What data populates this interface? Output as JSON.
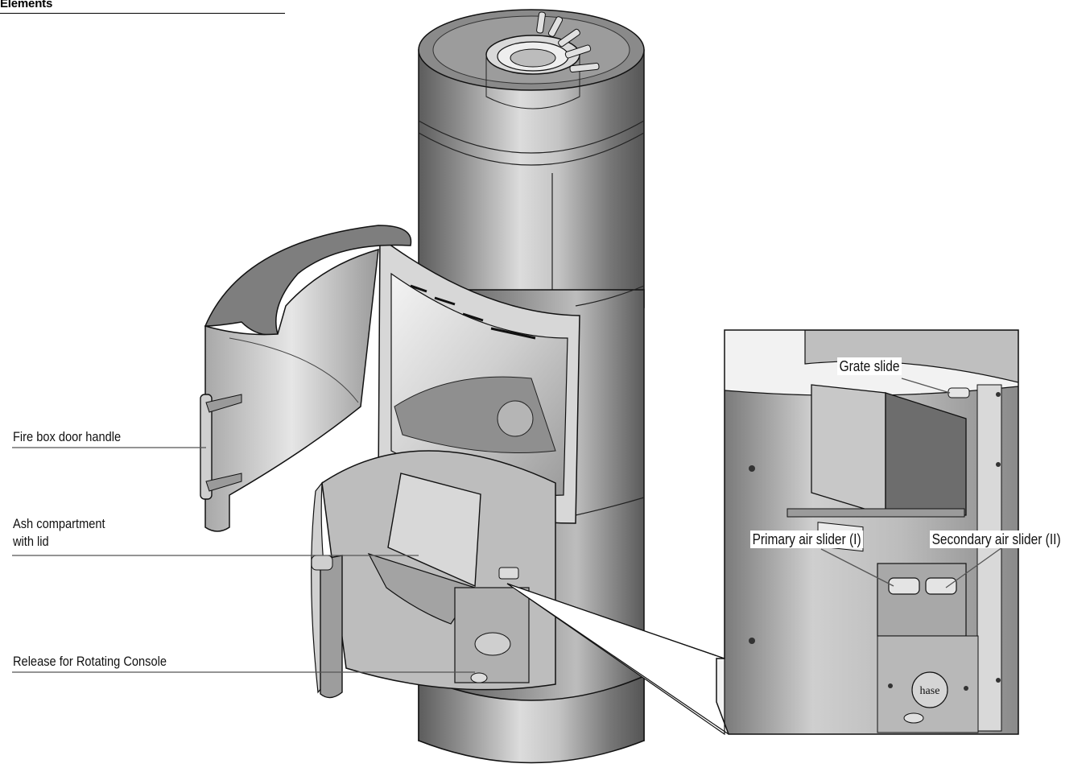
{
  "header": {
    "title": "Elements"
  },
  "callouts": {
    "fire_box_door_handle": "Fire box door handle",
    "ash_compartment_line1": "Ash compartment",
    "ash_compartment_line2": "with lid",
    "release_rotating_console": "Release for Rotating Console"
  },
  "detail": {
    "grate_slide": "Grate slide",
    "primary_air_slider": "Primary air slider (I)",
    "secondary_air_slider": "Secondary air slider (II)",
    "brand_logo": "hase"
  },
  "colors": {
    "body_dark": "#6e6e6e",
    "body_mid": "#9a9a9a",
    "body_light": "#d8d8d8",
    "line": "#111111"
  }
}
